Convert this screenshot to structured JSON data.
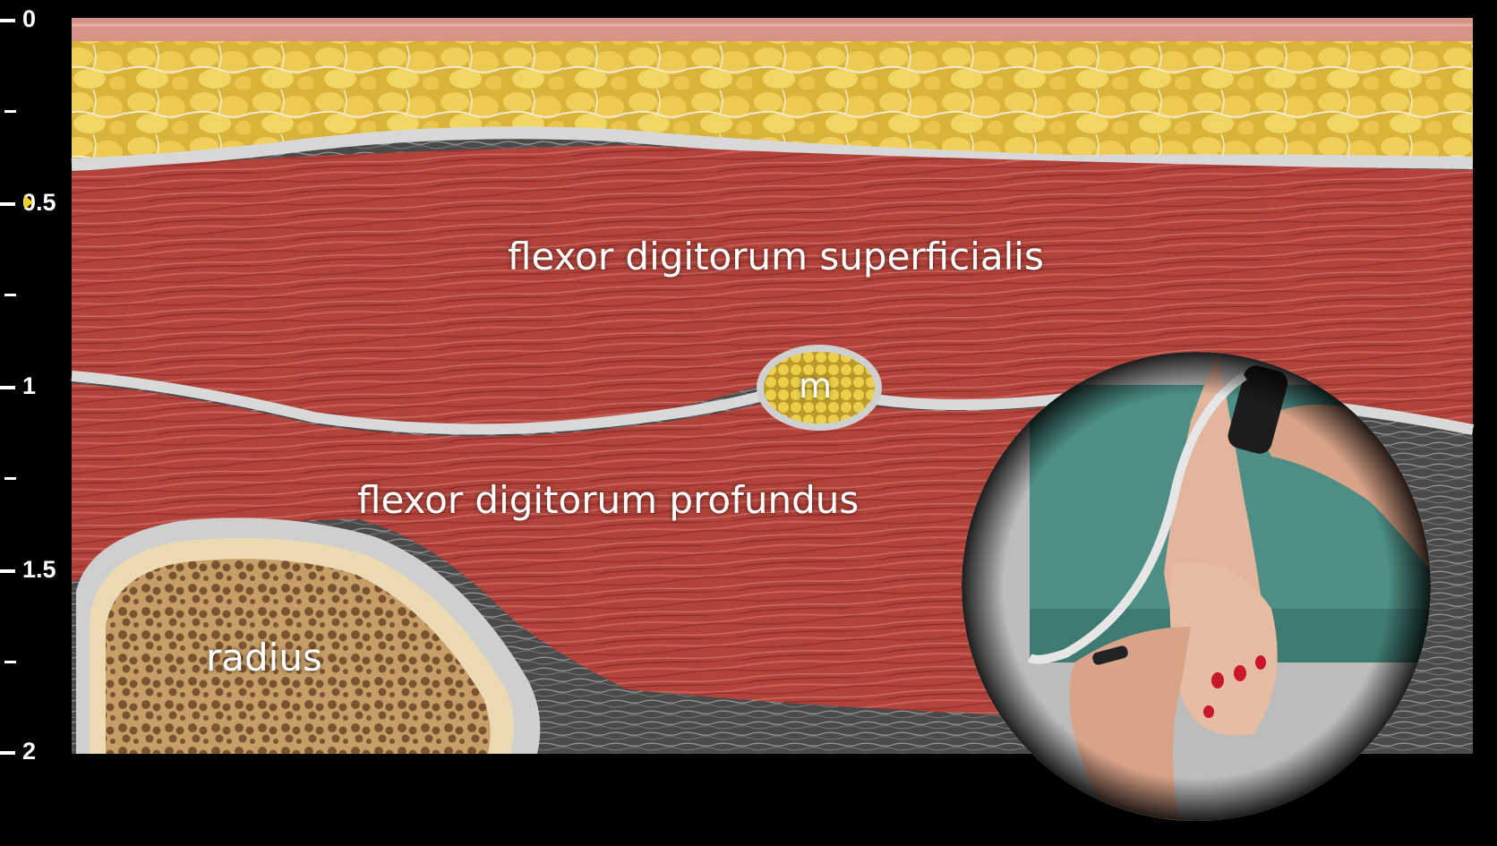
{
  "depth_scale": {
    "major_labels": [
      "0",
      "0.5",
      "1",
      "1.5",
      "2"
    ],
    "focus_marker_color": "#f2d21a"
  },
  "labels": {
    "fds": "flexor digitorum superficialis",
    "fdp": "flexor digitorum profundus",
    "nerve": "m",
    "bone": "radius"
  },
  "colors": {
    "background": "#000000",
    "skin": "#d28f82",
    "fat": "#e8c84a",
    "fascia": "#cfcfcf",
    "muscle": "#b8473c",
    "bone_cortex": "#eddcb4",
    "bone_trabecular": "#d9b98a",
    "nerve": "#e6cc3a",
    "exam_table": "#4d8f86",
    "skin_tone": "#e3b59c",
    "nail_polish": "#c8182a"
  }
}
